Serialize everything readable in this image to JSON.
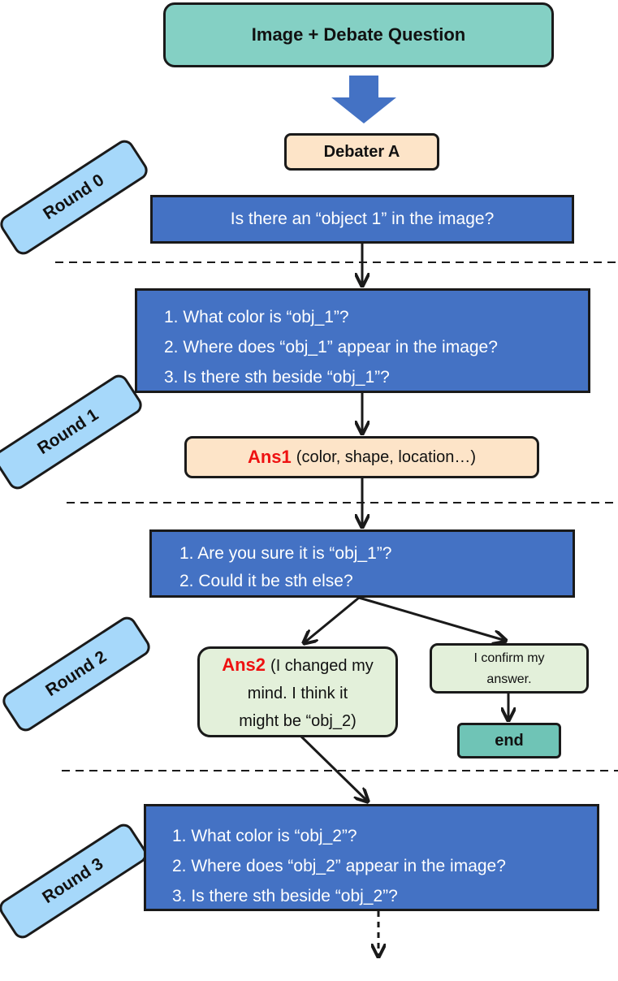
{
  "header": {
    "title": "Image + Debate Question"
  },
  "debater": {
    "label": "Debater A"
  },
  "rounds": [
    "Round 0",
    "Round 1",
    "Round 2",
    "Round 3"
  ],
  "round0": {
    "question": "Is there an “object 1” in the image?"
  },
  "round1": {
    "questions": [
      "1. What color is “obj_1”?",
      "2. Where does “obj_1” appear in the image?",
      "3. Is there sth beside “obj_1”?"
    ],
    "answer_label": "Ans1",
    "answer_text": "(color, shape, location…)"
  },
  "round2": {
    "questions": [
      "1.  Are you sure it is “obj_1”?",
      "2.  Could it be sth else?"
    ],
    "answer_label": "Ans2",
    "answer_text_line1": "(I changed my",
    "answer_text_line2": "mind. I think it",
    "answer_text_line3": "might be “obj_2)",
    "confirm_line1": "I confirm my",
    "confirm_line2": "answer.",
    "end_label": "end"
  },
  "round3": {
    "questions": [
      "1. What color is “obj_2”?",
      "2. Where does “obj_2” appear in the image?",
      "3. Is there sth beside “obj_2”?"
    ]
  },
  "colors": {
    "header_fill": "#84d0c4",
    "debater_fill": "#fde4c8",
    "question_fill": "#4472c4",
    "round_tag_fill": "#a6d8fa",
    "answer_green_fill": "#e3f0da",
    "end_fill": "#6fc4b6",
    "answer_label_red": "#ee1111",
    "big_arrow": "#4472c4"
  }
}
